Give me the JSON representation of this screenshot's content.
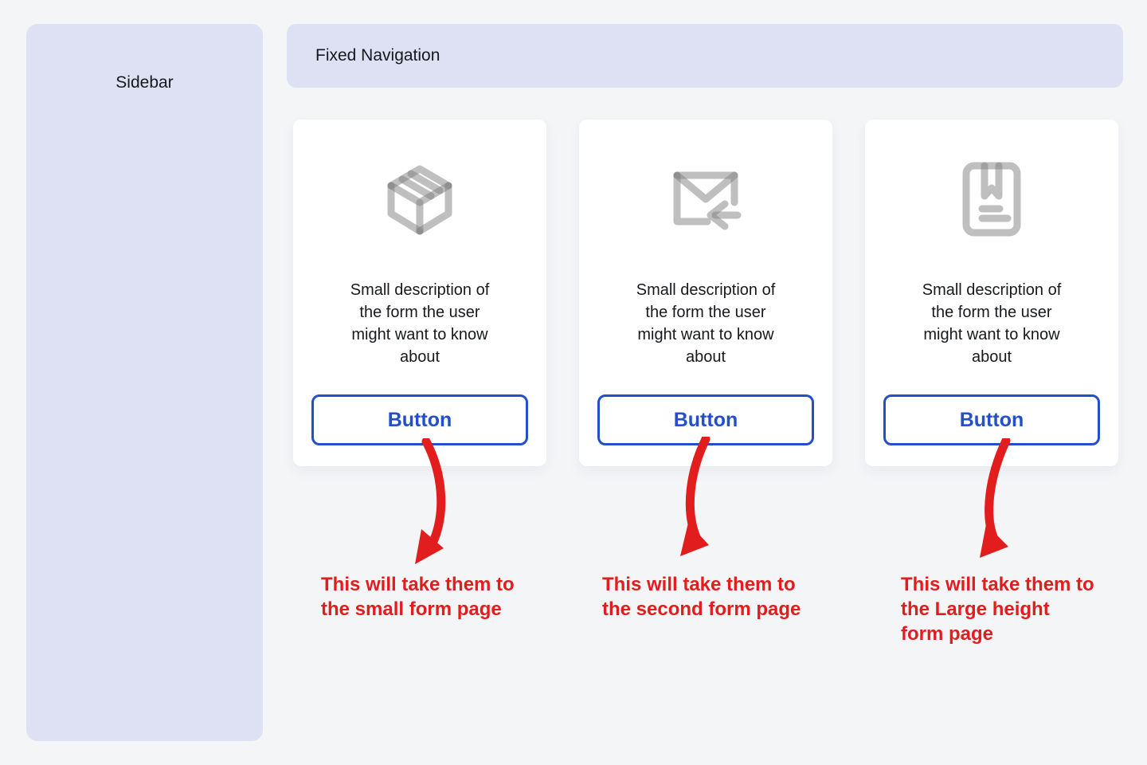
{
  "sidebar": {
    "title": "Sidebar"
  },
  "nav": {
    "title": "Fixed Navigation"
  },
  "cards": [
    {
      "icon": "package-icon",
      "description": "Small description of\nthe form the user\nmight want to know\nabout",
      "button_label": "Button"
    },
    {
      "icon": "mail-receive-icon",
      "description": "Small description of\nthe form the user\nmight want to know\nabout",
      "button_label": "Button"
    },
    {
      "icon": "book-bookmark-icon",
      "description": "Small description of\nthe form the user\nmight want to know\nabout",
      "button_label": "Button"
    }
  ],
  "annotations": [
    {
      "arrow": "curved-red-arrow",
      "text": "This will take them to\nthe small form page"
    },
    {
      "arrow": "curved-red-arrow",
      "text": "This will take them to\nthe second form page"
    },
    {
      "arrow": "curved-red-arrow",
      "text": "This will take them to\nthe Large height\nform page"
    }
  ],
  "colors": {
    "background": "#f4f5f7",
    "panel_lavender": "#dee1f3",
    "card_white": "#ffffff",
    "accent_blue": "#2350c8",
    "annotation_red": "#e11d1e",
    "icon_gray": "#9a9a9a",
    "text_dark": "#17191d"
  }
}
